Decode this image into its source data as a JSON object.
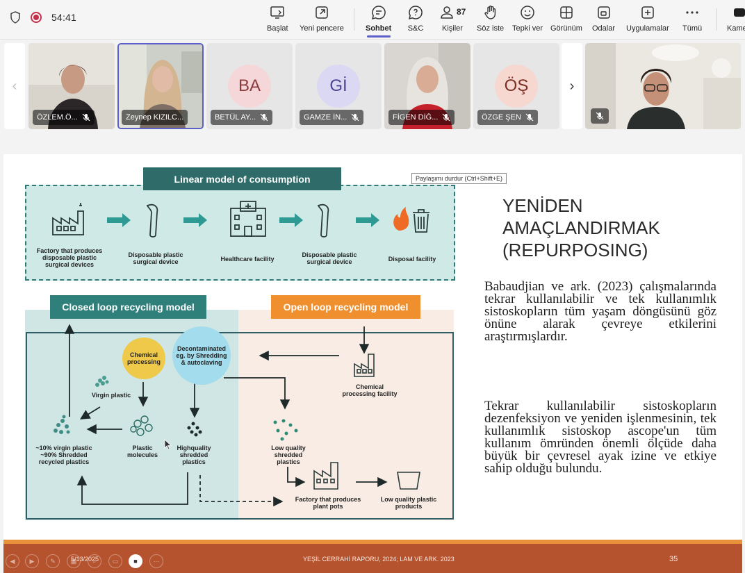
{
  "meeting": {
    "timer": "54:41",
    "toolbar": [
      {
        "id": "start",
        "label": "Başlat"
      },
      {
        "id": "new-window",
        "label": "Yeni pencere"
      },
      {
        "id": "chat",
        "label": "Sohbet",
        "active": true
      },
      {
        "id": "qa",
        "label": "S&C"
      },
      {
        "id": "people",
        "label": "Kişiler",
        "count": "87"
      },
      {
        "id": "raise-hand",
        "label": "Söz iste"
      },
      {
        "id": "react",
        "label": "Tepki ver"
      },
      {
        "id": "view",
        "label": "Görünüm"
      },
      {
        "id": "rooms",
        "label": "Odalar"
      },
      {
        "id": "apps",
        "label": "Uygulamalar"
      },
      {
        "id": "more",
        "label": "Tümü"
      },
      {
        "id": "camera",
        "label": "Kame"
      }
    ]
  },
  "participants": [
    {
      "name": "ÖZLEM.Ö...",
      "type": "video",
      "muted": true
    },
    {
      "name": "Zeynep KIZILC...",
      "type": "video",
      "selected": true
    },
    {
      "name": "BETÜL AY...",
      "initials": "BA",
      "avatar_bg": "#f6d7d9",
      "avatar_fg": "#8a3b3b",
      "muted": true
    },
    {
      "name": "GAMZE İN...",
      "initials": "Gİ",
      "avatar_bg": "#dad8f2",
      "avatar_fg": "#4c4391",
      "muted": true
    },
    {
      "name": "FİGEN DİĞ...",
      "type": "video",
      "muted": true
    },
    {
      "name": "ÖZGE ŞEN",
      "initials": "ÖŞ",
      "avatar_bg": "#f6d8d1",
      "avatar_fg": "#7a2f22",
      "muted": true
    }
  ],
  "tooltip": "Paylaşımı durdur (Ctrl+Shift+E)",
  "slide": {
    "linear": {
      "title": "Linear model of consumption",
      "steps": [
        "Factory that produces disposable plastic surgical devices",
        "Disposable plastic surgical device",
        "Healthcare facility",
        "Disposable plastic surgical device",
        "Disposal facility"
      ]
    },
    "closed": {
      "title": "Closed loop recycling model",
      "chemical": "Chemical processing",
      "decontaminated": "Decontaminated eg. by Shredding & autoclaving",
      "virgin": "Virgin plastic",
      "mix": "~10% virgin plastic ~90% Shredded recycled plastics",
      "molecules": "Plastic molecules",
      "highquality": "Highquality shredded plastics"
    },
    "open": {
      "title": "Open loop recycling model",
      "chem_facility": "Chemical processing facility",
      "lowquality": "Low quality shredded plastics",
      "factory": "Factory that produces plant pots",
      "products": "Low quality plastic products"
    },
    "heading": "YENİDEN AMAÇLANDIRMAK (REPURPOSING)",
    "para1": "Babaudjian ve ark. (2023) çalışmalarında tekrar kullanılabilir ve tek kullanımlık sistoskopların tüm yaşam döngüsünü göz önüne alarak çevreye etkilerini araştırmışlardır.",
    "para2": "Tekrar kullanılabilir sistoskopların dezenfeksiyon ve yeniden işlenmesinin, tek kullanımlık sistoskop ascope'un tüm kullanım ömründen önemli ölçüde daha büyük bir çevresel ayak izine ve etkiye sahip olduğu bulundu.",
    "footer_date": "5/13/2025",
    "footer_source": "YEŞİL CERRAHİ RAPORU, 2024; LAM VE ARK. 2023",
    "page_number": "35"
  },
  "colors": {
    "accent": "#5b5fc7",
    "record": "#c4314b",
    "teal_dark": "#2f6b68",
    "orange": "#ef8f2e",
    "footer": "#b5532f"
  }
}
